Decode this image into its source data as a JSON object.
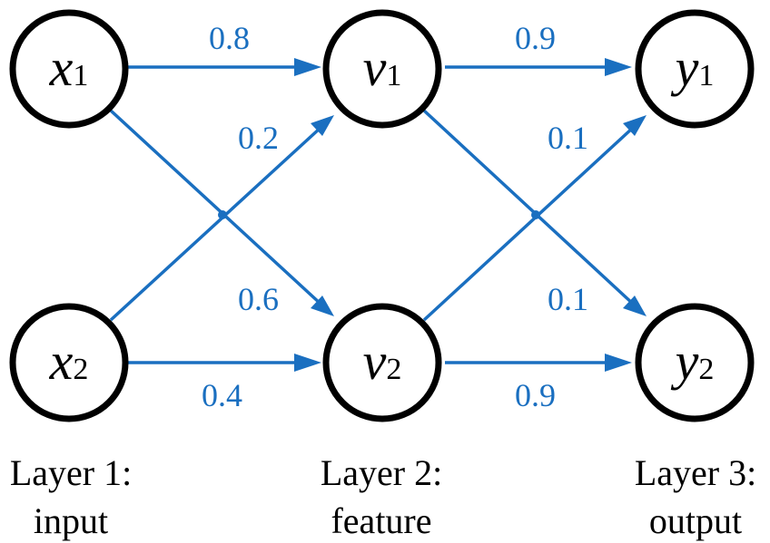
{
  "colors": {
    "edge": "#1a6fc0",
    "node_stroke": "#000000",
    "background": "#ffffff"
  },
  "nodes": [
    {
      "id": "x1",
      "var": "x",
      "sub": "1"
    },
    {
      "id": "x2",
      "var": "x",
      "sub": "2"
    },
    {
      "id": "v1",
      "var": "v",
      "sub": "1"
    },
    {
      "id": "v2",
      "var": "v",
      "sub": "2"
    },
    {
      "id": "y1",
      "var": "y",
      "sub": "1"
    },
    {
      "id": "y2",
      "var": "y",
      "sub": "2"
    }
  ],
  "edges": [
    {
      "from": "x1",
      "to": "v1",
      "weight": "0.8"
    },
    {
      "from": "x2",
      "to": "v1",
      "weight": "0.2"
    },
    {
      "from": "x1",
      "to": "v2",
      "weight": "0.6"
    },
    {
      "from": "x2",
      "to": "v2",
      "weight": "0.4"
    },
    {
      "from": "v1",
      "to": "y1",
      "weight": "0.9"
    },
    {
      "from": "v2",
      "to": "y1",
      "weight": "0.1"
    },
    {
      "from": "v1",
      "to": "y2",
      "weight": "0.1"
    },
    {
      "from": "v2",
      "to": "y2",
      "weight": "0.9"
    }
  ],
  "layers": [
    {
      "line1": "Layer 1:",
      "line2": "input"
    },
    {
      "line1": "Layer 2:",
      "line2": "feature"
    },
    {
      "line1": "Layer 3:",
      "line2": "output"
    }
  ]
}
